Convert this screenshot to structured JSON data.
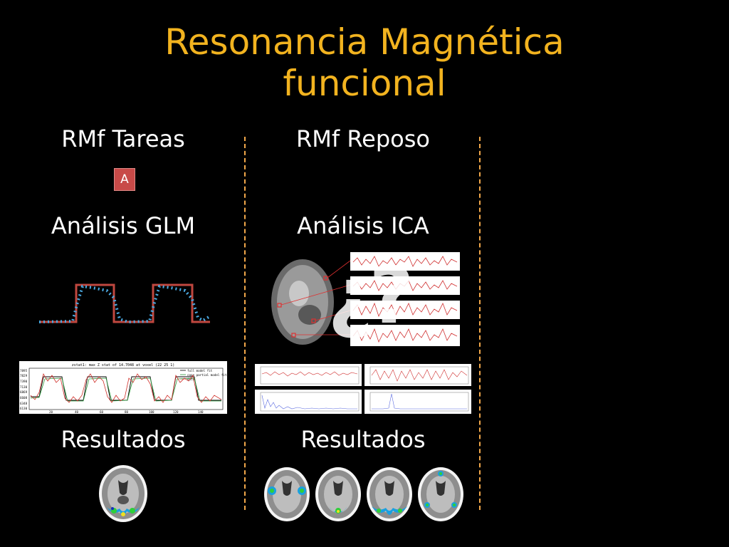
{
  "slide": {
    "title_line1": "Resonancia Magnética",
    "title_line2": "funcional",
    "columns": {
      "left": {
        "heading": "RMf Tareas",
        "badge": "A",
        "analysis": "Análisis GLM",
        "results": "Resultados"
      },
      "right": {
        "heading": "RMf Reposo",
        "analysis": "Análisis ICA",
        "results": "Resultados"
      }
    },
    "question_glyph": "¿?"
  },
  "glm_plot": {
    "title": "zstat1: max Z stat of 14.7048 at voxel (22 25 1)",
    "legend": [
      "full model fit",
      "cope partial model fit",
      "data"
    ],
    "y_ticks": [
      "7895",
      "7829",
      "7390",
      "7130",
      "6869",
      "6608",
      "6348",
      "6130"
    ],
    "x_ticks": [
      "20",
      "40",
      "60",
      "80",
      "100",
      "120",
      "140"
    ]
  },
  "colors": {
    "title": "#f2b31f",
    "divider": "#f2a84a",
    "badge": "#c84a48",
    "block_design": "#c0473f",
    "hrf_dotted": "#4aa8e0"
  }
}
